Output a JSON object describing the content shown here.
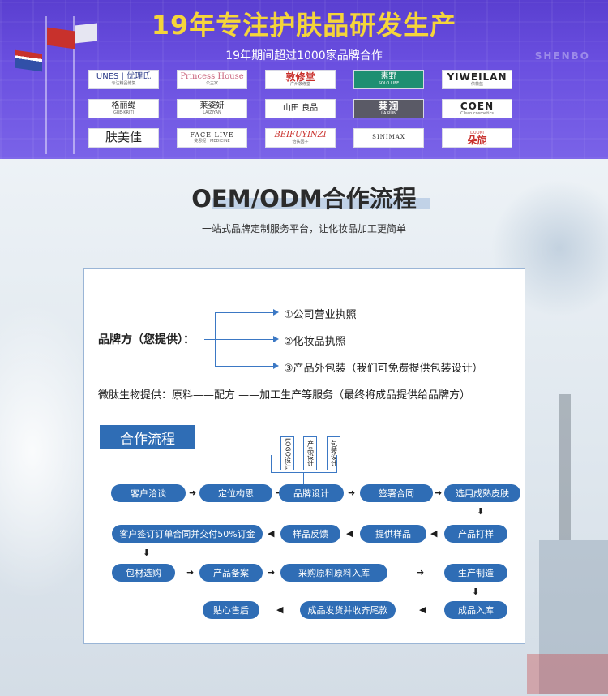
{
  "banner": {
    "title": "19年专注护肤品研发生产",
    "subtitle": "19年期间超过1000家品牌合作",
    "watermark": "SHENBO",
    "logos": [
      {
        "main": "UNES | 优理氏",
        "sub": "专注精品修复",
        "style": "blue"
      },
      {
        "main": "Princess House",
        "sub": "公主家",
        "style": "pink"
      },
      {
        "main": "敦修堂",
        "sub": "广州敦修堂",
        "style": "red"
      },
      {
        "main": "素野",
        "sub": "SOLO LIFE",
        "style": "green"
      },
      {
        "main": "YIWEILAN",
        "sub": "依薇蓝",
        "style": "bold"
      },
      {
        "main": "格丽缇",
        "sub": "GRE-KRITI",
        "style": "serif"
      },
      {
        "main": "莱姿妍",
        "sub": "LAIZIYAN",
        "style": "serif"
      },
      {
        "main": "山田 良品",
        "sub": "",
        "style": "serif"
      },
      {
        "main": "莱润",
        "sub": "LAIRUN",
        "style": "dark"
      },
      {
        "main": "COEN",
        "sub": "Clean cosmetics",
        "style": "bold"
      },
      {
        "main": "肤美佳",
        "sub": "",
        "style": "big"
      },
      {
        "main": "FACE LIVE",
        "sub": "斐思妮 · MEDICINE",
        "style": "serif"
      },
      {
        "main": "BEIFUYINZI",
        "sub": "倍扶因子",
        "style": "redserif"
      },
      {
        "main": "SINIMAX",
        "sub": "",
        "style": "serif"
      },
      {
        "main": "朵旎",
        "sub": "DUONI",
        "style": "red"
      }
    ]
  },
  "section": {
    "title": "OEM/ODM合作流程",
    "subtitle": "一站式品牌定制服务平台，让化妆品加工更简单"
  },
  "card": {
    "brand_label": "品牌方（您提供）：",
    "provides": [
      "①公司营业执照",
      "②化妆品执照",
      "③产品外包装（我们可免费提供包装设计）"
    ],
    "weitai": "微肽生物提供：原料——配方 ——加工生产等服务（最终将成品提供给品牌方）",
    "process_tag": "合作流程",
    "design_items": [
      "LOGO设计",
      "产品设计",
      "包装设计"
    ],
    "flow": {
      "row1": [
        "客户洽谈",
        "定位构思",
        "品牌设计",
        "签署合同",
        "选用成熟皮肤"
      ],
      "row2": [
        "客户签订订单合同并交付50%订金",
        "样品反馈",
        "提供样品",
        "产品打样"
      ],
      "row3": [
        "包材选购",
        "产品备案",
        "采购原料原料入库",
        "生产制造"
      ],
      "row4": [
        "贴心售后",
        "成品发货并收齐尾款",
        "成品入库"
      ]
    },
    "arrows": {
      "right": "➜",
      "left": "◀",
      "down": "⬇"
    }
  },
  "colors": {
    "banner": "#5a3fd0",
    "title_yellow": "#f5d53a",
    "node_blue": "#2f6db5",
    "line_blue": "#3b78c4"
  }
}
